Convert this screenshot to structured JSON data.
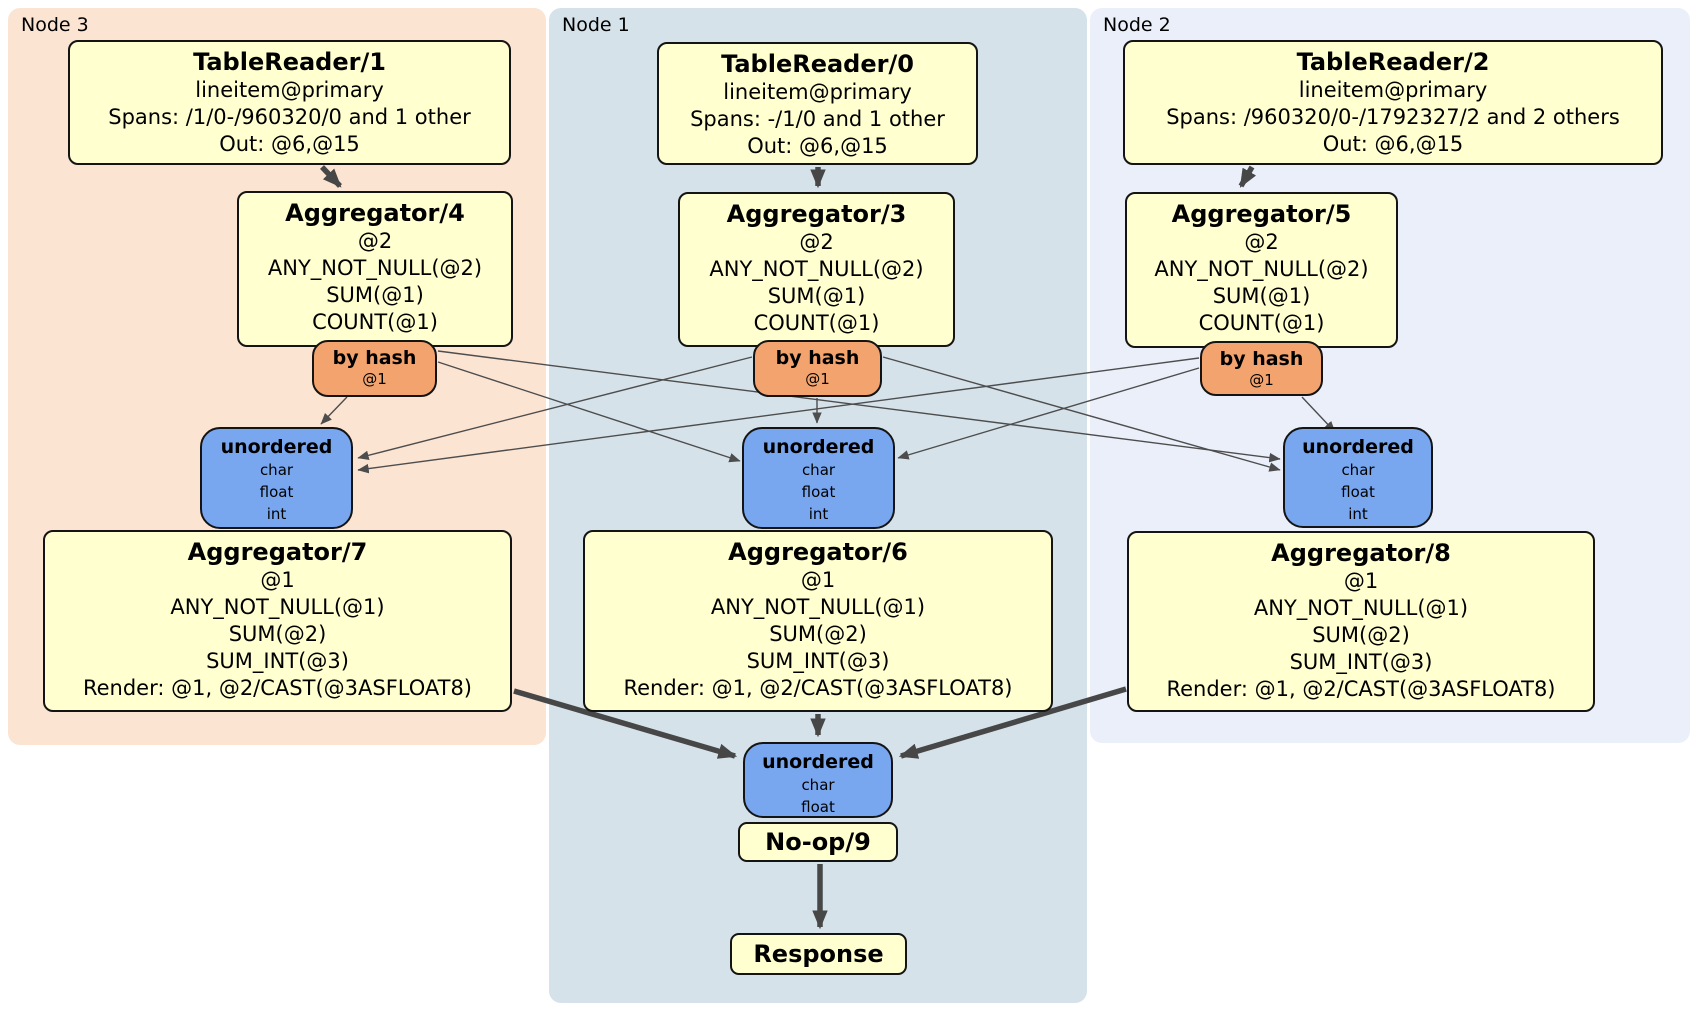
{
  "panels": {
    "node3": {
      "label": "Node 3"
    },
    "node1": {
      "label": "Node 1"
    },
    "node2": {
      "label": "Node 2"
    }
  },
  "processors": {
    "tr1": {
      "title": "TableReader/1",
      "lines": [
        "lineitem@primary",
        "Spans: /1/0-/960320/0 and 1 other",
        "Out: @6,@15"
      ]
    },
    "tr0": {
      "title": "TableReader/0",
      "lines": [
        "lineitem@primary",
        "Spans: -/1/0 and 1 other",
        "Out: @6,@15"
      ]
    },
    "tr2": {
      "title": "TableReader/2",
      "lines": [
        "lineitem@primary",
        "Spans: /960320/0-/1792327/2 and 2 others",
        "Out: @6,@15"
      ]
    },
    "agg4": {
      "title": "Aggregator/4",
      "lines": [
        "@2",
        "ANY_NOT_NULL(@2)",
        "SUM(@1)",
        "COUNT(@1)"
      ]
    },
    "agg3": {
      "title": "Aggregator/3",
      "lines": [
        "@2",
        "ANY_NOT_NULL(@2)",
        "SUM(@1)",
        "COUNT(@1)"
      ]
    },
    "agg5": {
      "title": "Aggregator/5",
      "lines": [
        "@2",
        "ANY_NOT_NULL(@2)",
        "SUM(@1)",
        "COUNT(@1)"
      ]
    },
    "agg7": {
      "title": "Aggregator/7",
      "lines": [
        "@1",
        "ANY_NOT_NULL(@1)",
        "SUM(@2)",
        "SUM_INT(@3)",
        "Render: @1, @2/CAST(@3ASFLOAT8)"
      ]
    },
    "agg6": {
      "title": "Aggregator/6",
      "lines": [
        "@1",
        "ANY_NOT_NULL(@1)",
        "SUM(@2)",
        "SUM_INT(@3)",
        "Render: @1, @2/CAST(@3ASFLOAT8)"
      ]
    },
    "agg8": {
      "title": "Aggregator/8",
      "lines": [
        "@1",
        "ANY_NOT_NULL(@1)",
        "SUM(@2)",
        "SUM_INT(@3)",
        "Render: @1, @2/CAST(@3ASFLOAT8)"
      ]
    },
    "noop": {
      "title": "No-op/9"
    },
    "response": {
      "title": "Response"
    }
  },
  "routers": {
    "hash3": {
      "title": "by hash",
      "detail": "@1"
    },
    "hash1": {
      "title": "by hash",
      "detail": "@1"
    },
    "hash2": {
      "title": "by hash",
      "detail": "@1"
    }
  },
  "syncs": {
    "un3": {
      "title": "unordered",
      "streams": [
        "char",
        "float",
        "int"
      ]
    },
    "un1": {
      "title": "unordered",
      "streams": [
        "char",
        "float",
        "int"
      ]
    },
    "un2": {
      "title": "unordered",
      "streams": [
        "char",
        "float",
        "int"
      ]
    },
    "unfinal": {
      "title": "unordered",
      "streams": [
        "char",
        "float"
      ]
    }
  },
  "colors": {
    "panel_node3": "#fce4d3",
    "panel_node1": "#d6e2ea",
    "panel_node2": "#eaeffa",
    "processor_fill": "#ffffd0",
    "router_fill": "#f3a36e",
    "sync_fill": "#78a7f0",
    "edge": "#4d4d4d"
  }
}
